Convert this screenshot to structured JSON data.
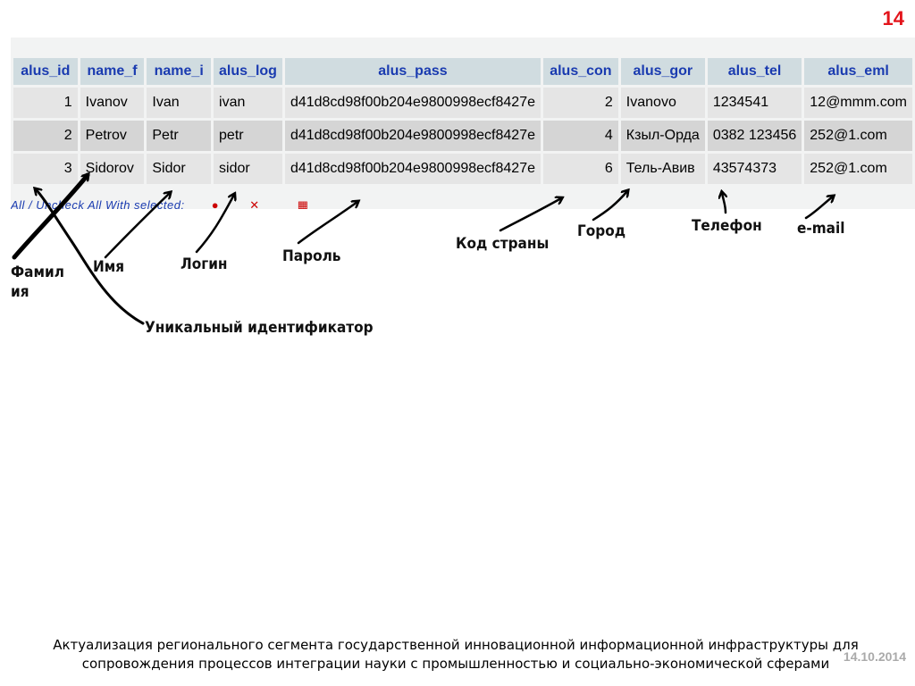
{
  "slide_number": "14",
  "table": {
    "columns": [
      "alus_id",
      "name_f",
      "name_i",
      "alus_log",
      "alus_pass",
      "alus_con",
      "alus_gor",
      "alus_tel",
      "alus_eml"
    ],
    "rows": [
      [
        "1",
        "Ivanov",
        "Ivan",
        "ivan",
        "d41d8cd98f00b204e9800998ecf8427e",
        "2",
        "Ivanovo",
        "1234541",
        "12@mmm.com"
      ],
      [
        "2",
        "Petrov",
        "Petr",
        "petr",
        "d41d8cd98f00b204e9800998ecf8427e",
        "4",
        "Кзыл-Орда",
        "0382 123456",
        "252@1.com"
      ],
      [
        "3",
        "Sidorov",
        "Sidor",
        "sidor",
        "d41d8cd98f00b204e9800998ecf8427e",
        "6",
        "Тель-Авив",
        "43574373",
        "252@1.com"
      ]
    ],
    "footer_text": "All / Uncheck All With selected:"
  },
  "annotations": {
    "surname": "Фамил\nия",
    "name": "Имя",
    "login": "Логин",
    "password": "Пароль",
    "country_code": "Код страны",
    "city": "Город",
    "phone": "Телефон",
    "email": "e-mail",
    "unique_id": "Уникальный идентификатор"
  },
  "caption": {
    "line1": "Актуализация регионального сегмента государственной инновационной информационной инфраструктуры для",
    "line2": "сопровождения процессов интеграции науки с промышленностью и социально-экономической сферами"
  },
  "date": "14.10.2014",
  "colors": {
    "slide_number": "#e3141b",
    "header_bg": "#d0dce0",
    "header_text": "#1a3bb0",
    "row_odd": "#e5e5e5",
    "row_even": "#d5d5d5"
  }
}
